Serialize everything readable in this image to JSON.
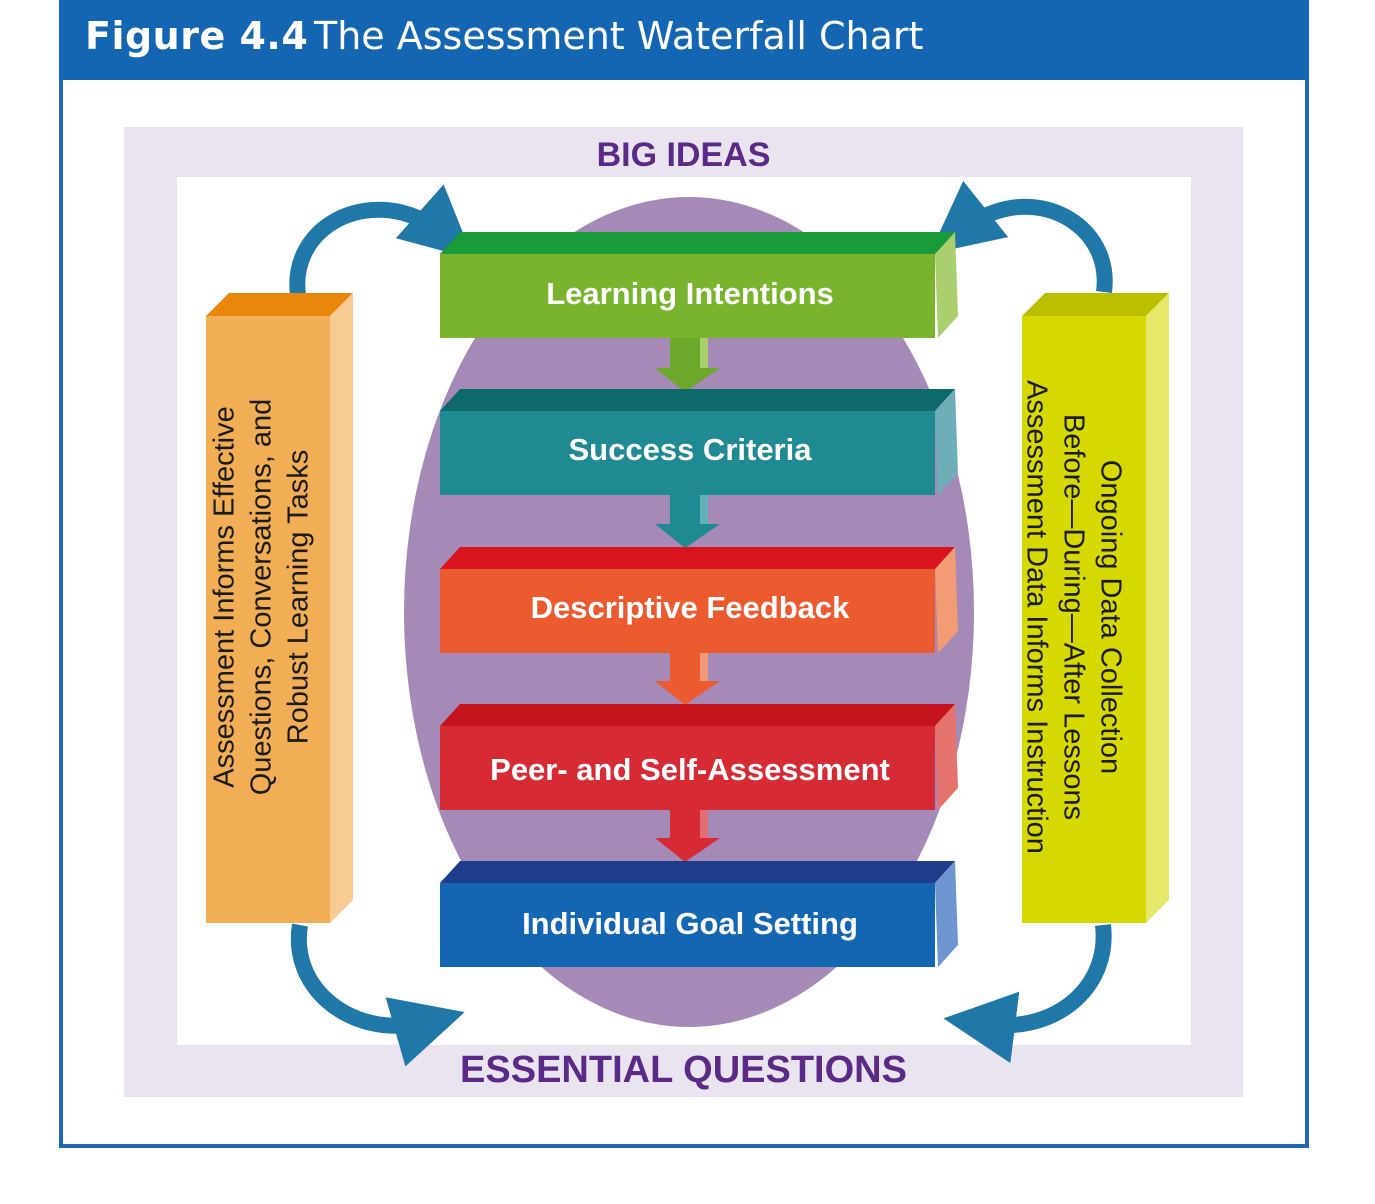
{
  "header": {
    "figure_label": "Figure 4.4",
    "title": "The Assessment Waterfall Chart"
  },
  "labels": {
    "top": "BIG IDEAS",
    "bottom": "ESSENTIAL QUESTIONS"
  },
  "stages": [
    {
      "label": "Learning Intentions",
      "color": "#7ab42e"
    },
    {
      "label": "Success Criteria",
      "color": "#1f8a92"
    },
    {
      "label": "Descriptive Feedback",
      "color": "#ec5a30"
    },
    {
      "label": "Peer- and Self-Assessment",
      "color": "#d62a34"
    },
    {
      "label": "Individual Goal Setting",
      "color": "#1566b2"
    }
  ],
  "left_pillar": {
    "lines": [
      "Assessment Informs Effective",
      "Questions, Conversations, and",
      "Robust Learning Tasks"
    ],
    "color": "#f2ae55"
  },
  "right_pillar": {
    "lines": [
      "Ongoing Data Collection",
      "Before—During—After Lessons",
      "Assessment Data Informs Instruction"
    ],
    "color": "#d6d900"
  },
  "colors": {
    "header": "#1566b2",
    "ellipse": "#a58ab8",
    "label_purple": "#5b2a86",
    "curved_arrows": "#1f78a8"
  }
}
